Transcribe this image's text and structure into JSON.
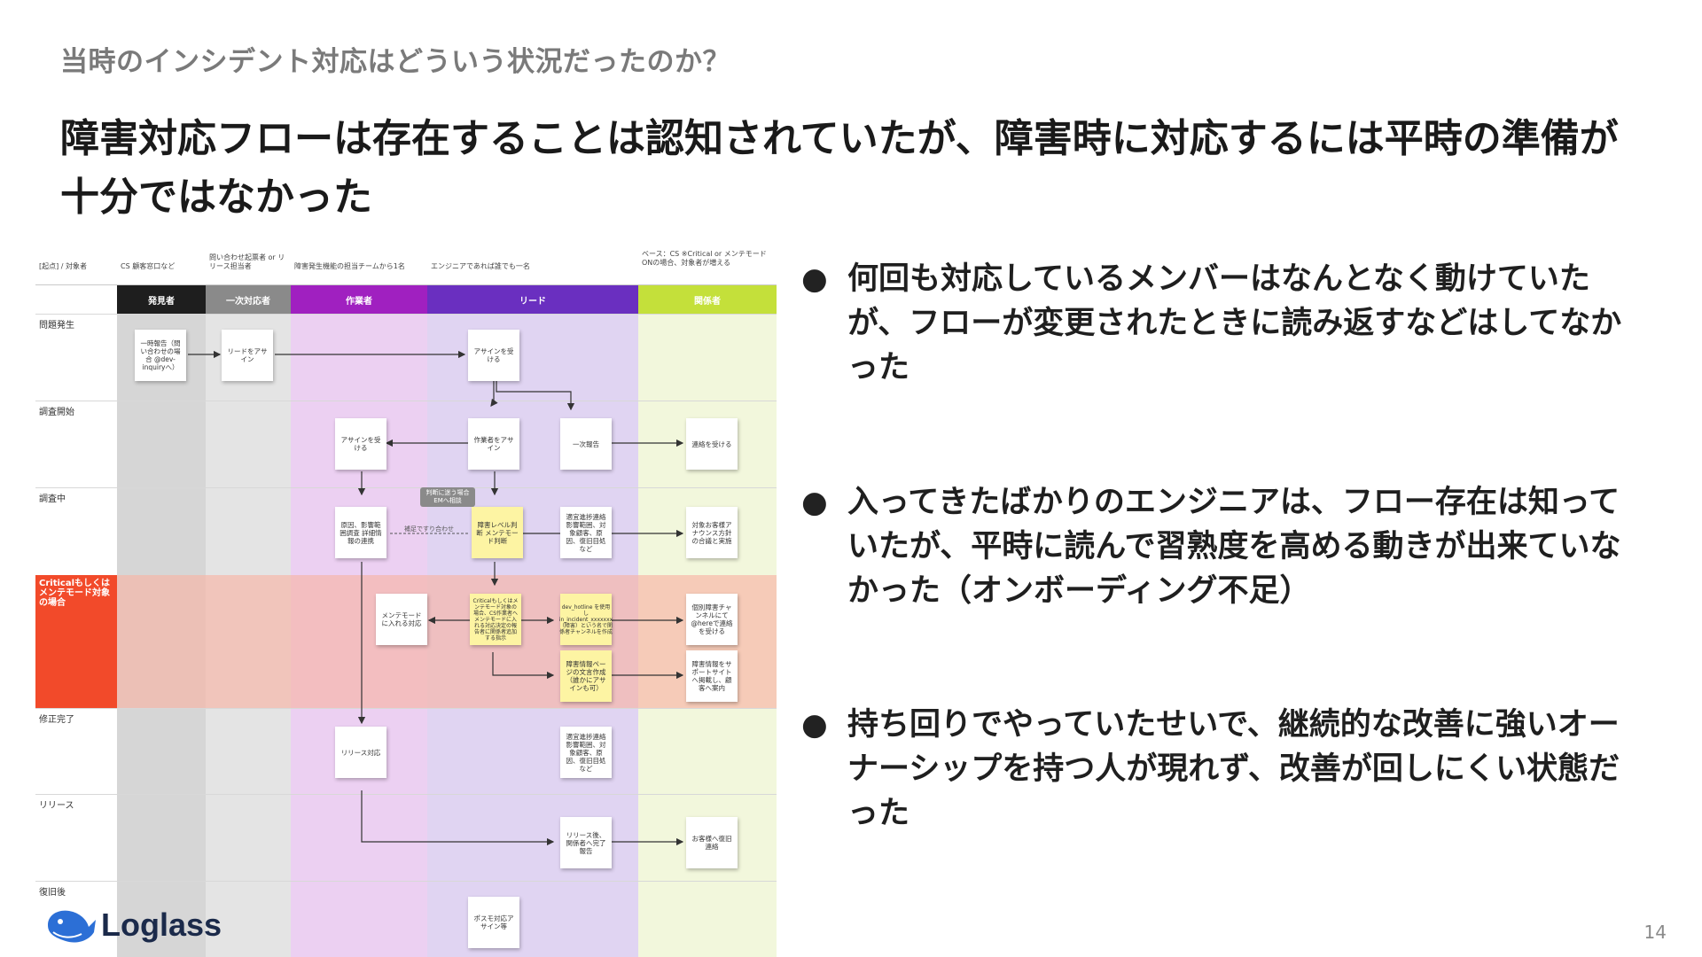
{
  "slide": {
    "subtitle": "当時のインシデント対応はどういう状況だったのか？",
    "headline": "障害対応フローは存在することは認知されていたが、障害時に対応するには平時の準備が十分ではなかった",
    "page_number": "14",
    "logo_text": "Loglass"
  },
  "diagram": {
    "header_notes": [
      "[起点] / 対象者",
      "CS 顧客窓口など",
      "問い合わせ起票者 or リリース担当者",
      "障害発生機能の担当チームから1名",
      "エンジニアであれば誰でも一名",
      "ベース：CS ※Critical or メンテモードONの場合、対象者が増える"
    ],
    "lanes": [
      "発見者",
      "一次対応者",
      "作業者",
      "リード",
      "関係者"
    ],
    "lane_colors": [
      "#1e1e1e",
      "#8a8a8a",
      "#a020c0",
      "#6a2fc0",
      "#c4e03a"
    ],
    "rows": [
      "問題発生",
      "調査開始",
      "調査中",
      "修正完了",
      "リリース",
      "復旧後"
    ],
    "critical_row_label": "Criticalもしくはメンテモード対象の場合",
    "notes": {
      "n1": "一時報告（問い合わせの場合 @dev-inquiryへ）",
      "n2": "リードをアサイン",
      "n3": "アサインを受ける",
      "n4": "アサインを受ける",
      "n5": "作業者をアサイン",
      "n6": "一次報告",
      "n7": "連絡を受ける",
      "n8": "原因、影響範囲調査 詳細情報の連携",
      "n9": "障害レベル判断 メンテモード判断",
      "n10": "適宜進捗連絡 影響範囲、対象顧客、原因、復旧目処など",
      "n11": "対象お客様アナウンス方針の合議と実施",
      "n12": "メンテモードに入れる対応",
      "n13": "Criticalもしくはメンテモード対象の場合、CS作業者へメンテモードに入れる対応決定の報告者に関係者追加する指示",
      "n14": "dev_hotline を使用し in_incident_xxxxxxx（障害）という名で関係者チャンネルを作成",
      "n15": "個別障害チャンネルにて @hereで連絡を受ける",
      "n16": "障害情報ページの文言作成（誰かにアサインも可）",
      "n17": "障害情報をサポートサイトへ掲載し、顧客へ案内",
      "n18": "リリース対応",
      "n19": "適宜進捗連絡 影響範囲、対象顧客、原因、復旧目処など",
      "n20": "リリース後、関係者へ完了報告",
      "n21": "お客様へ復旧連絡",
      "n22": "ポスモ対応アサイン等"
    },
    "tag": "判断に迷う場合 EMへ相談",
    "mini_text": "補足ですり合わせ"
  },
  "bullets": [
    "何回も対応しているメンバーはなんとなく動けていたが、フローが変更されたときに読み返すなどはしてなかった",
    "入ってきたばかりのエンジニアは、フロー存在は知っていたが、平時に読んで習熟度を高める動きが出来ていなかった（オンボーディング不足）",
    "持ち回りでやっていたせいで、継続的な改善に強いオーナーシップを持つ人が現れず、改善が回しにくい状態だった"
  ]
}
